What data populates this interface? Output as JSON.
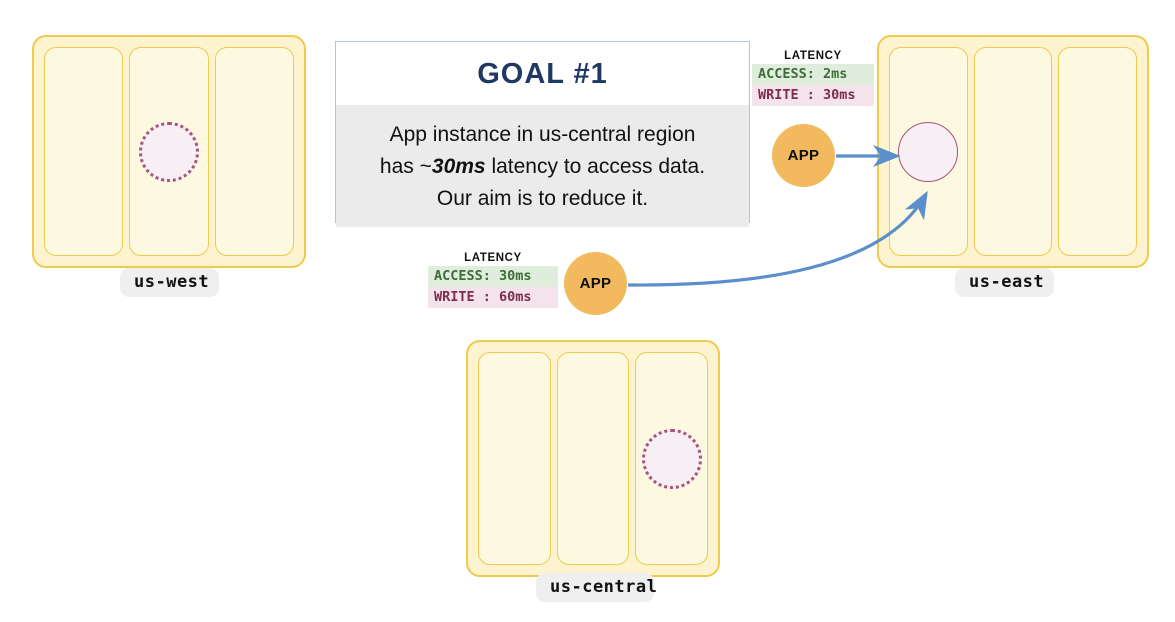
{
  "diagram": {
    "title": "GOAL  #1",
    "regions": [
      {
        "id": "us-west",
        "label": "us-west",
        "zone_count": 3,
        "data_replica": {
          "present": true,
          "zone_index": 1,
          "style": "dotted"
        }
      },
      {
        "id": "us-east",
        "label": "us-east",
        "zone_count": 3,
        "data_replica": {
          "present": true,
          "zone_index": 0,
          "style": "solid"
        }
      },
      {
        "id": "us-central",
        "label": "us-central",
        "zone_count": 3,
        "data_replica": {
          "present": true,
          "zone_index": 2,
          "style": "dotted"
        }
      }
    ],
    "goal": {
      "heading": "GOAL  #1",
      "line1_prefix": "App instance in us-central region",
      "line2_prefix": "has ~",
      "line2_emphasis": "30ms",
      "line2_suffix": " latency to access data.",
      "line3": "Our aim is to reduce it."
    },
    "app_nodes": [
      {
        "id": "app-us-east",
        "label": "APP"
      },
      {
        "id": "app-us-central",
        "label": "APP"
      }
    ],
    "latency_cards": [
      {
        "id": "latency-us-east",
        "title": "LATENCY",
        "rows": [
          {
            "metric": "ACCESS",
            "text": "ACCESS: 2ms",
            "value_ms": 2,
            "kind": "access"
          },
          {
            "metric": "WRITE",
            "text": "WRITE : 30ms",
            "value_ms": 30,
            "kind": "write"
          }
        ]
      },
      {
        "id": "latency-us-central",
        "title": "LATENCY",
        "rows": [
          {
            "metric": "ACCESS",
            "text": "ACCESS: 30ms",
            "value_ms": 30,
            "kind": "access"
          },
          {
            "metric": "WRITE",
            "text": "WRITE : 60ms",
            "value_ms": 60,
            "kind": "write"
          }
        ]
      }
    ],
    "connections": [
      {
        "id": "app-east-to-data",
        "from": "app-us-east",
        "to": "us-east-replica",
        "shape": "straight"
      },
      {
        "id": "app-central-to-data",
        "from": "app-us-central",
        "to": "us-east-replica",
        "shape": "curved"
      }
    ],
    "colors": {
      "region_border": "#eecb4e",
      "region_fill": "#fdf3cf",
      "zone_fill": "#fdf8e0",
      "replica_border": "#a7537c",
      "replica_fill": "#f7eff4",
      "app_fill": "#f2b95f",
      "arrow": "#5b8fcb",
      "goal_border": "#a9c8e8",
      "goal_title": "#1f3864",
      "goal_body_bg": "#ebebeb",
      "access_bg": "#dfeedc",
      "access_text": "#3f6b3a",
      "write_bg": "#f4e3ea",
      "write_text": "#7d2d4f",
      "label_pill_bg": "#efefef"
    }
  }
}
